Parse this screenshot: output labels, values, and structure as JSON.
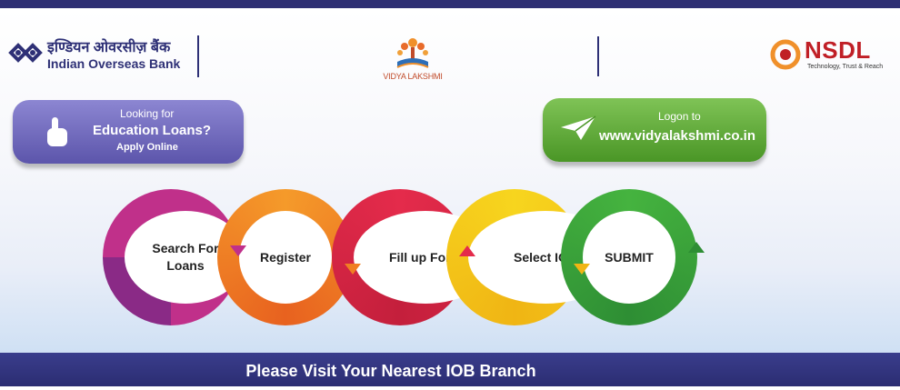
{
  "header": {
    "iob_hindi": "इण्डियन ओवरसीज़ बैंक",
    "iob_english": "Indian Overseas Bank",
    "vl_name": "VIDYA LAKSHMI",
    "nsdl_name": "NSDL",
    "nsdl_tagline": "Technology, Trust & Reach"
  },
  "left_banner": {
    "line1": "Looking for",
    "line2": "Education Loans?",
    "line3": "Apply Online"
  },
  "right_banner": {
    "line1": "Logon to",
    "line2": "www.vidyalakshmi.co.in"
  },
  "steps": [
    {
      "label": "Search For Loans",
      "color": "#c0308a"
    },
    {
      "label": "Register",
      "color": "#f07f23"
    },
    {
      "label": "Fill up Form",
      "color": "#e42b4b"
    },
    {
      "label": "Select IOB",
      "color": "#f5c516"
    },
    {
      "label": "SUBMIT",
      "color": "#3aa842"
    }
  ],
  "footer": {
    "text": "Please Visit Your Nearest IOB Branch"
  },
  "colors": {
    "navy": "#2e3076",
    "purple": "#6c66bd",
    "green": "#5aa832",
    "nsdl_red": "#c01f26"
  }
}
